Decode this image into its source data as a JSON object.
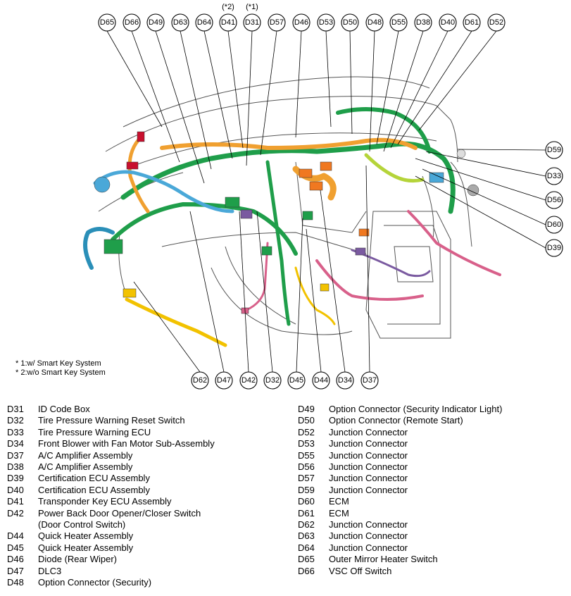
{
  "top_callouts": [
    "D65",
    "D66",
    "D49",
    "D63",
    "D64",
    "D41",
    "D31",
    "D57",
    "D46",
    "D53",
    "D50",
    "D48",
    "D55",
    "D38",
    "D40",
    "D61",
    "D52"
  ],
  "top_annotations": {
    "D41": "(*2)",
    "D31": "(*1)"
  },
  "right_callouts": [
    "D59",
    "D33",
    "D56",
    "D60",
    "D39"
  ],
  "bottom_callouts": [
    "D62",
    "D47",
    "D42",
    "D32",
    "D45",
    "D44",
    "D34",
    "D37"
  ],
  "notes": [
    "* 1:w/ Smart Key System",
    "* 2:w/o Smart Key System"
  ],
  "legend_left": [
    {
      "code": "D31",
      "name": "ID Code Box"
    },
    {
      "code": "D32",
      "name": "Tire Pressure Warning Reset Switch"
    },
    {
      "code": "D33",
      "name": "Tire Pressure Warning ECU"
    },
    {
      "code": "D34",
      "name": "Front Blower with Fan Motor Sub-Assembly"
    },
    {
      "code": "D37",
      "name": "A/C Amplifier Assembly"
    },
    {
      "code": "D38",
      "name": "A/C Amplifier Assembly"
    },
    {
      "code": "D39",
      "name": "Certification ECU Assembly"
    },
    {
      "code": "D40",
      "name": "Certification ECU Assembly"
    },
    {
      "code": "D41",
      "name": "Transponder Key ECU Assembly"
    },
    {
      "code": "D42",
      "name": "Power Back Door Opener/Closer Switch",
      "name2": "(Door Control Switch)"
    },
    {
      "code": "D44",
      "name": "Quick Heater Assembly"
    },
    {
      "code": "D45",
      "name": "Quick Heater Assembly"
    },
    {
      "code": "D46",
      "name": "Diode (Rear Wiper)"
    },
    {
      "code": "D47",
      "name": "DLC3"
    },
    {
      "code": "D48",
      "name": "Option Connector (Security)"
    }
  ],
  "legend_right": [
    {
      "code": "D49",
      "name": "Option Connector (Security Indicator Light)"
    },
    {
      "code": "D50",
      "name": "Option Connector (Remote Start)"
    },
    {
      "code": "D52",
      "name": "Junction Connector"
    },
    {
      "code": "D53",
      "name": "Junction Connector"
    },
    {
      "code": "D55",
      "name": "Junction Connector"
    },
    {
      "code": "D56",
      "name": "Junction Connector"
    },
    {
      "code": "D57",
      "name": "Junction Connector"
    },
    {
      "code": "D59",
      "name": "Junction Connector"
    },
    {
      "code": "D60",
      "name": "ECM"
    },
    {
      "code": "D61",
      "name": "ECM"
    },
    {
      "code": "D62",
      "name": "Junction Connector"
    },
    {
      "code": "D63",
      "name": "Junction Connector"
    },
    {
      "code": "D64",
      "name": "Junction Connector"
    },
    {
      "code": "D65",
      "name": "Outer Mirror Heater Switch"
    },
    {
      "code": "D66",
      "name": "VSC Off Switch"
    }
  ],
  "colors": {
    "harness_green": "#1f9e4a",
    "harness_orange": "#f0a030",
    "harness_blue": "#4aa8d8",
    "harness_teal": "#2a8fb8",
    "harness_yellow": "#f2c200",
    "harness_pink": "#d8608a",
    "harness_purple": "#7a5aa0",
    "harness_red": "#c8102e",
    "outline": "#555555",
    "connector_orange": "#f07820"
  }
}
